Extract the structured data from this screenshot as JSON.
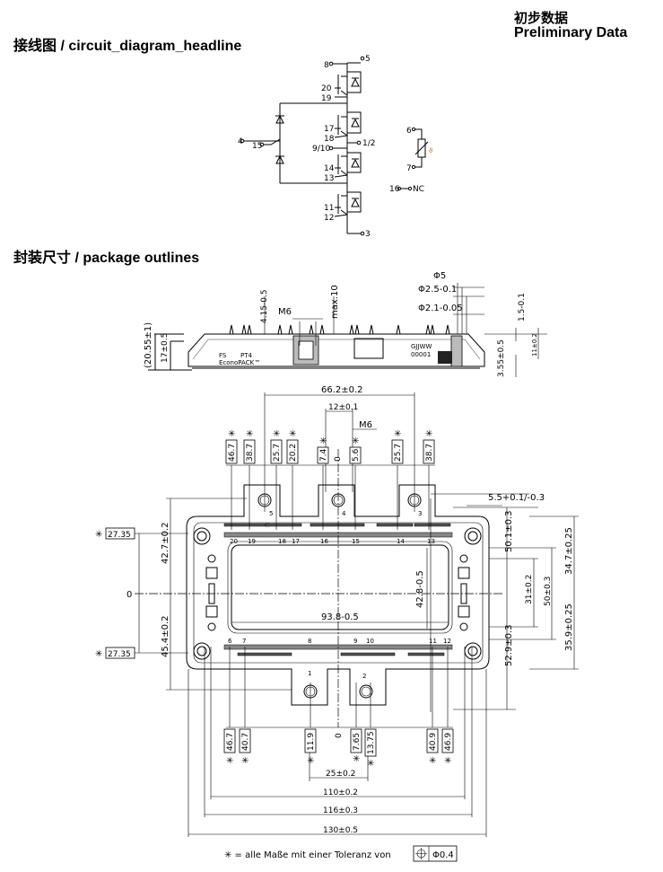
{
  "header": {
    "title_cn": "初步数据",
    "title_en": "Preliminary Data",
    "circuit_headline": "接线图 / circuit_diagram_headline",
    "package_headline": "封装尺寸 / package outlines"
  },
  "circuit": {
    "pins": [
      "8",
      "5",
      "20",
      "19",
      "17",
      "18",
      "1/2",
      "9/10",
      "14",
      "13",
      "11",
      "12",
      "3",
      "4",
      "15",
      "6",
      "7",
      "16",
      "NC"
    ],
    "ntc_symbol": "ϑ"
  },
  "side_view": {
    "dims": [
      "(20.55±1)",
      "17±0.5",
      "4.15-0.5",
      "M6",
      "max.10",
      "Φ5",
      "Φ2.5-0.1",
      "Φ2.1-0.05",
      "1.5-0.1",
      "11±0.2",
      "3.55±0.5"
    ],
    "marking": [
      "FS",
      "PT4",
      "EconoPACK™",
      "GJJWW",
      "00001"
    ]
  },
  "top_view": {
    "top_dims": [
      "46.7",
      "38.7",
      "25.7",
      "20.2",
      "7.4",
      "0",
      "5.6",
      "25.7",
      "38.7"
    ],
    "bottom_dims": [
      "46.7",
      "40.7",
      "11.9",
      "0",
      "7.65",
      "13.75",
      "40.9",
      "46.9"
    ],
    "horizontal_dims": [
      "66.2±0.2",
      "12±0.1",
      "M6",
      "93.8-0.5",
      "5.5+0.1/-0.3",
      "25±0.2",
      "110±0.2",
      "116±0.3",
      "130±0.5"
    ],
    "vertical_dims": [
      "27.35",
      "27.35",
      "0",
      "42.7±0.2",
      "45.4±0.2",
      "42.8-0.5",
      "50.1±0.3",
      "34.7±0.25",
      "31±0.2",
      "50±0.3",
      "35.9±0.25",
      "52.9±0.3"
    ],
    "terminal_labels": [
      "5",
      "4",
      "3",
      "1",
      "2",
      "20",
      "19",
      "18",
      "17",
      "16",
      "15",
      "14",
      "13",
      "6",
      "7",
      "8",
      "9",
      "10",
      "11",
      "12"
    ],
    "star": "✳"
  },
  "footnote": {
    "text": "✳ = alle Maße mit einer Toleranz von",
    "tolerance": "Φ0.4"
  }
}
